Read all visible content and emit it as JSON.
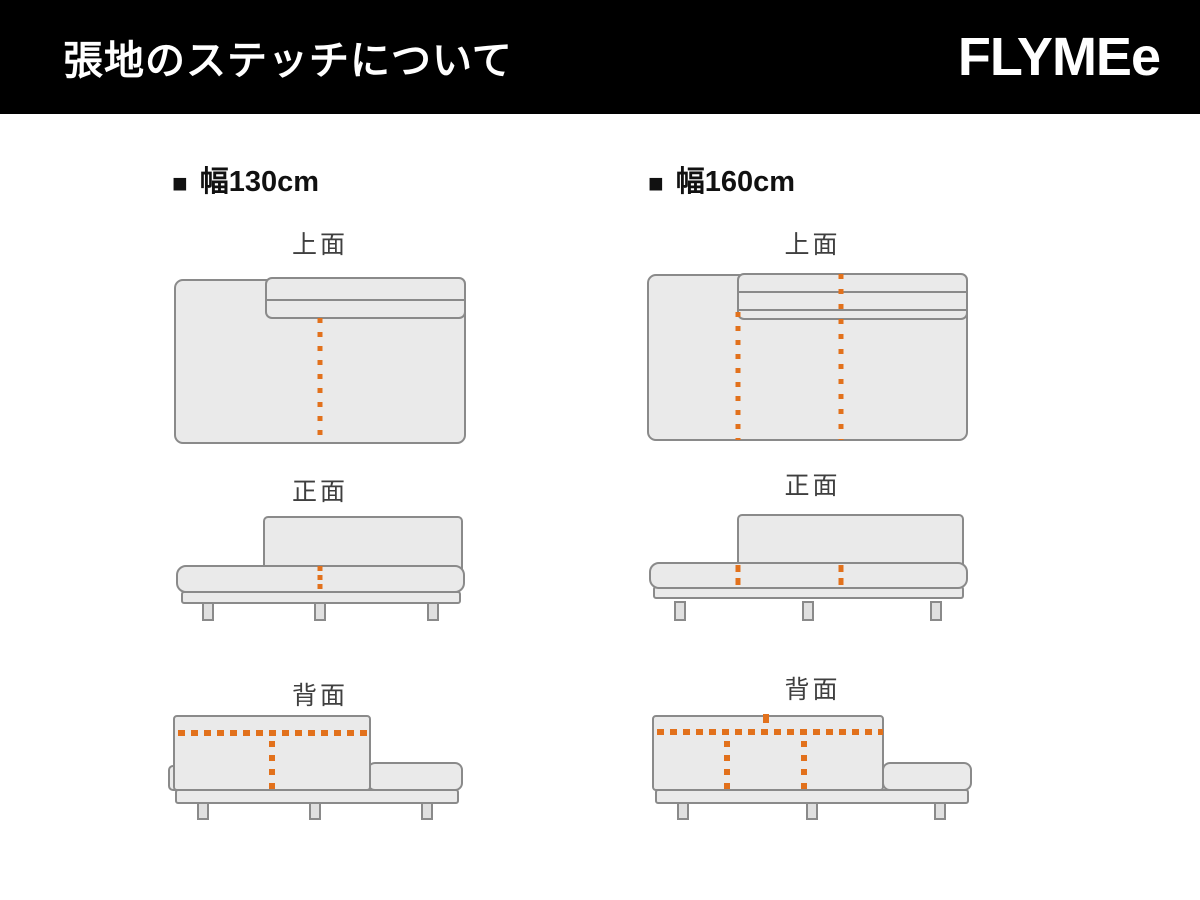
{
  "colors": {
    "header_bg": "#000000",
    "header_text": "#ffffff",
    "page_bg": "#ffffff",
    "diagram_fill": "#eaeaea",
    "diagram_stroke": "#8a8a8a",
    "leg_fill": "#e0e0e0",
    "stitch_orange": "#e2711c",
    "column_label_text": "#111111",
    "view_label_text": "#3f3f3f"
  },
  "header": {
    "title": "張地のステッチについて",
    "brand": "FLYMEe"
  },
  "columns": [
    {
      "bullet": "■",
      "label": "幅130cm",
      "views": [
        {
          "label": "上面"
        },
        {
          "label": "正面"
        },
        {
          "label": "背面"
        }
      ]
    },
    {
      "bullet": "■",
      "label": "幅160cm",
      "views": [
        {
          "label": "上面"
        },
        {
          "label": "正面"
        },
        {
          "label": "背面"
        }
      ]
    }
  ]
}
